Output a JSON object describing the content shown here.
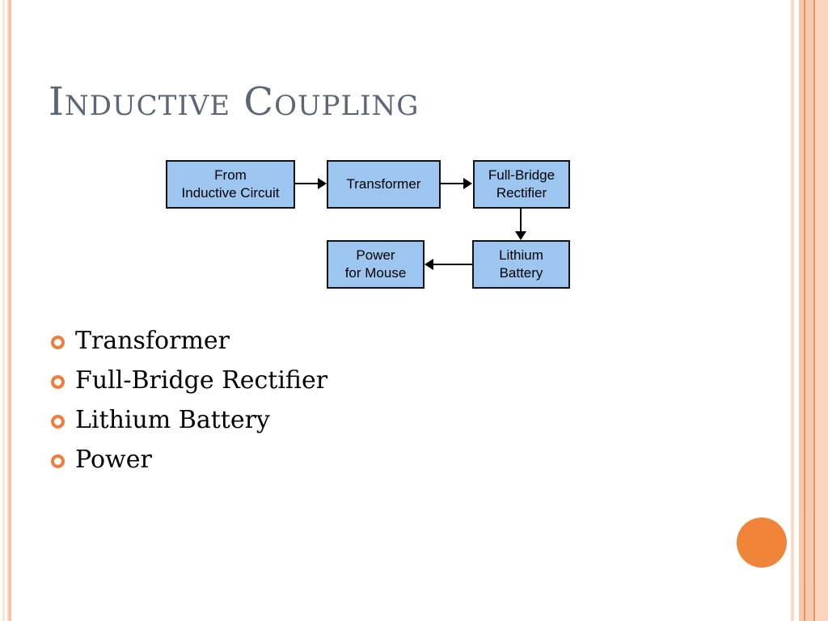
{
  "frame": {
    "background": "#ffffff",
    "left_stripe_colors": [
      "#f6e3d5",
      "#fdd6c1",
      "#fbbfa4"
    ],
    "right_stripe_colors": [
      "#fcd9c6",
      "#f9c9ad",
      "#de9566",
      "#fbd3bf"
    ]
  },
  "header": {
    "title": "Inductive Coupling",
    "title_color": "#5b6779"
  },
  "diagram": {
    "box_fill": "#9cc6ef",
    "box_border": "#111111",
    "boxes": [
      {
        "name": "from-inductive-circuit",
        "line1": "From",
        "line2": "Inductive Circuit"
      },
      {
        "name": "transformer",
        "line1": "Transformer",
        "line2": ""
      },
      {
        "name": "full-bridge-rectifier",
        "line1": "Full-Bridge",
        "line2": "Rectifier"
      },
      {
        "name": "power-for-mouse",
        "line1": "Power",
        "line2": "for Mouse"
      },
      {
        "name": "lithium-battery",
        "line1": "Lithium",
        "line2": "Battery"
      }
    ]
  },
  "bullets": {
    "marker_color": "#ee7e39",
    "items": [
      "Transformer",
      "Full-Bridge Rectifier",
      "Lithium Battery",
      "Power"
    ]
  },
  "decoration": {
    "circle_color": "#f08439"
  }
}
